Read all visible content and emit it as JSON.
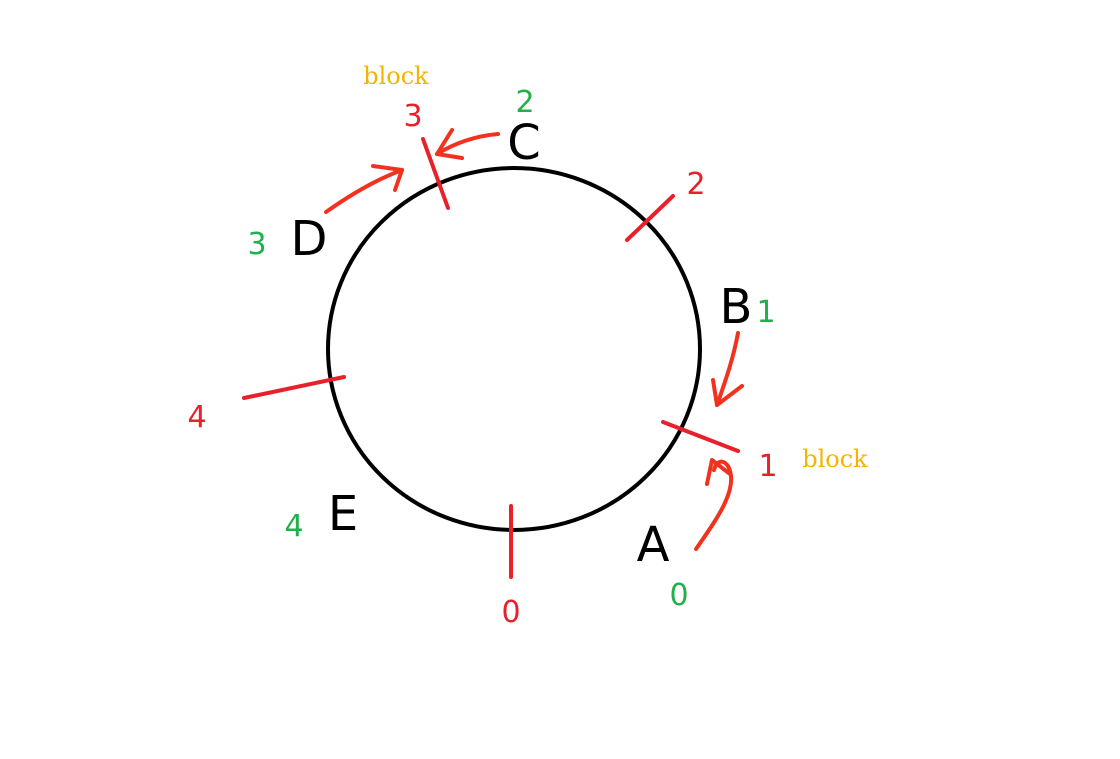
{
  "colors": {
    "circle": "#000000",
    "slot_marker": "#e8202a",
    "slot_label": "#e8202a",
    "node_letter": "#000000",
    "node_number": "#22b04a",
    "arrow": "#f0321e",
    "block_note": "#f5b400"
  },
  "slots": [
    {
      "label": "0"
    },
    {
      "label": "1"
    },
    {
      "label": "2"
    },
    {
      "label": "3"
    },
    {
      "label": "4"
    }
  ],
  "nodes": [
    {
      "letter": "A",
      "number": "0"
    },
    {
      "letter": "B",
      "number": "1"
    },
    {
      "letter": "C",
      "number": "2"
    },
    {
      "letter": "D",
      "number": "3"
    },
    {
      "letter": "E",
      "number": "4"
    }
  ],
  "block_notes": [
    {
      "text": "block"
    },
    {
      "text": "block"
    }
  ]
}
